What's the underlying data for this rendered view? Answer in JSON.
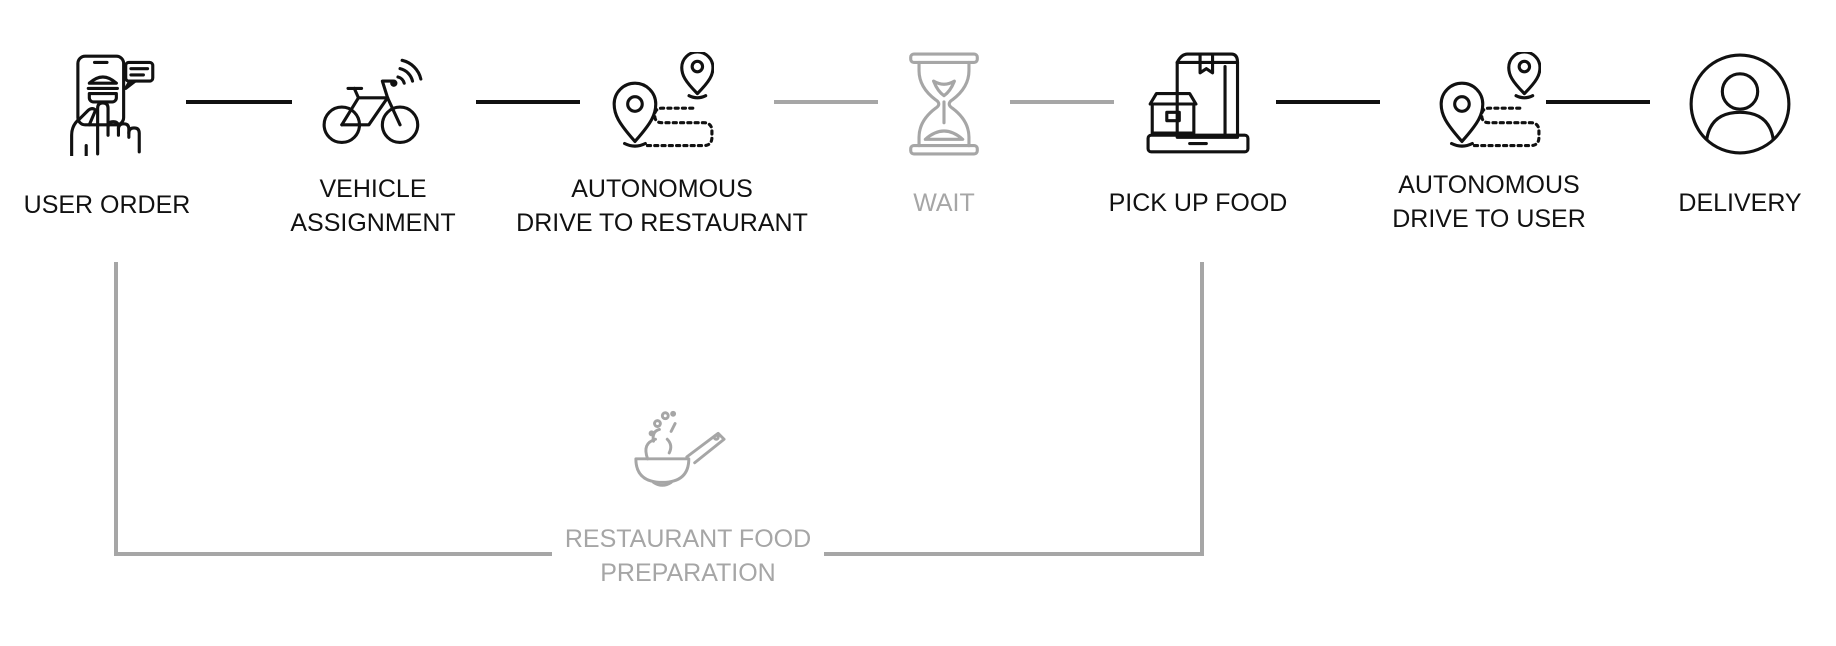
{
  "colors": {
    "active": "#111111",
    "muted": "#a6a6a6",
    "background": "#ffffff"
  },
  "steps": [
    {
      "icon": "phone-order-icon",
      "lines": [
        "USER ORDER"
      ],
      "muted": false
    },
    {
      "icon": "bicycle-icon",
      "lines": [
        "VEHICLE",
        "ASSIGNMENT"
      ],
      "muted": false
    },
    {
      "icon": "route-pins-icon",
      "lines": [
        "AUTONOMOUS",
        "DRIVE TO RESTAURANT"
      ],
      "muted": false
    },
    {
      "icon": "hourglass-icon",
      "lines": [
        "WAIT"
      ],
      "muted": true
    },
    {
      "icon": "food-boxes-icon",
      "lines": [
        "PICK UP FOOD"
      ],
      "muted": false
    },
    {
      "icon": "route-pins-icon",
      "lines": [
        "AUTONOMOUS",
        "DRIVE TO USER"
      ],
      "muted": false
    },
    {
      "icon": "user-icon",
      "lines": [
        "DELIVERY"
      ],
      "muted": false
    }
  ],
  "connectors": [
    {
      "from": "USER ORDER",
      "to": "VEHICLE ASSIGNMENT",
      "muted": false
    },
    {
      "from": "VEHICLE ASSIGNMENT",
      "to": "AUTONOMOUS DRIVE TO RESTAURANT",
      "muted": false
    },
    {
      "from": "AUTONOMOUS DRIVE TO RESTAURANT",
      "to": "WAIT",
      "muted": true
    },
    {
      "from": "WAIT",
      "to": "PICK UP FOOD",
      "muted": true
    },
    {
      "from": "PICK UP FOOD",
      "to": "AUTONOMOUS DRIVE TO USER",
      "muted": false
    },
    {
      "from": "AUTONOMOUS DRIVE TO USER",
      "to": "DELIVERY",
      "muted": false
    }
  ],
  "parallel": {
    "icon": "wok-icon",
    "lines": [
      "RESTAURANT FOOD",
      "PREPARATION"
    ],
    "muted": true,
    "from": "USER ORDER",
    "to": "PICK UP FOOD"
  }
}
